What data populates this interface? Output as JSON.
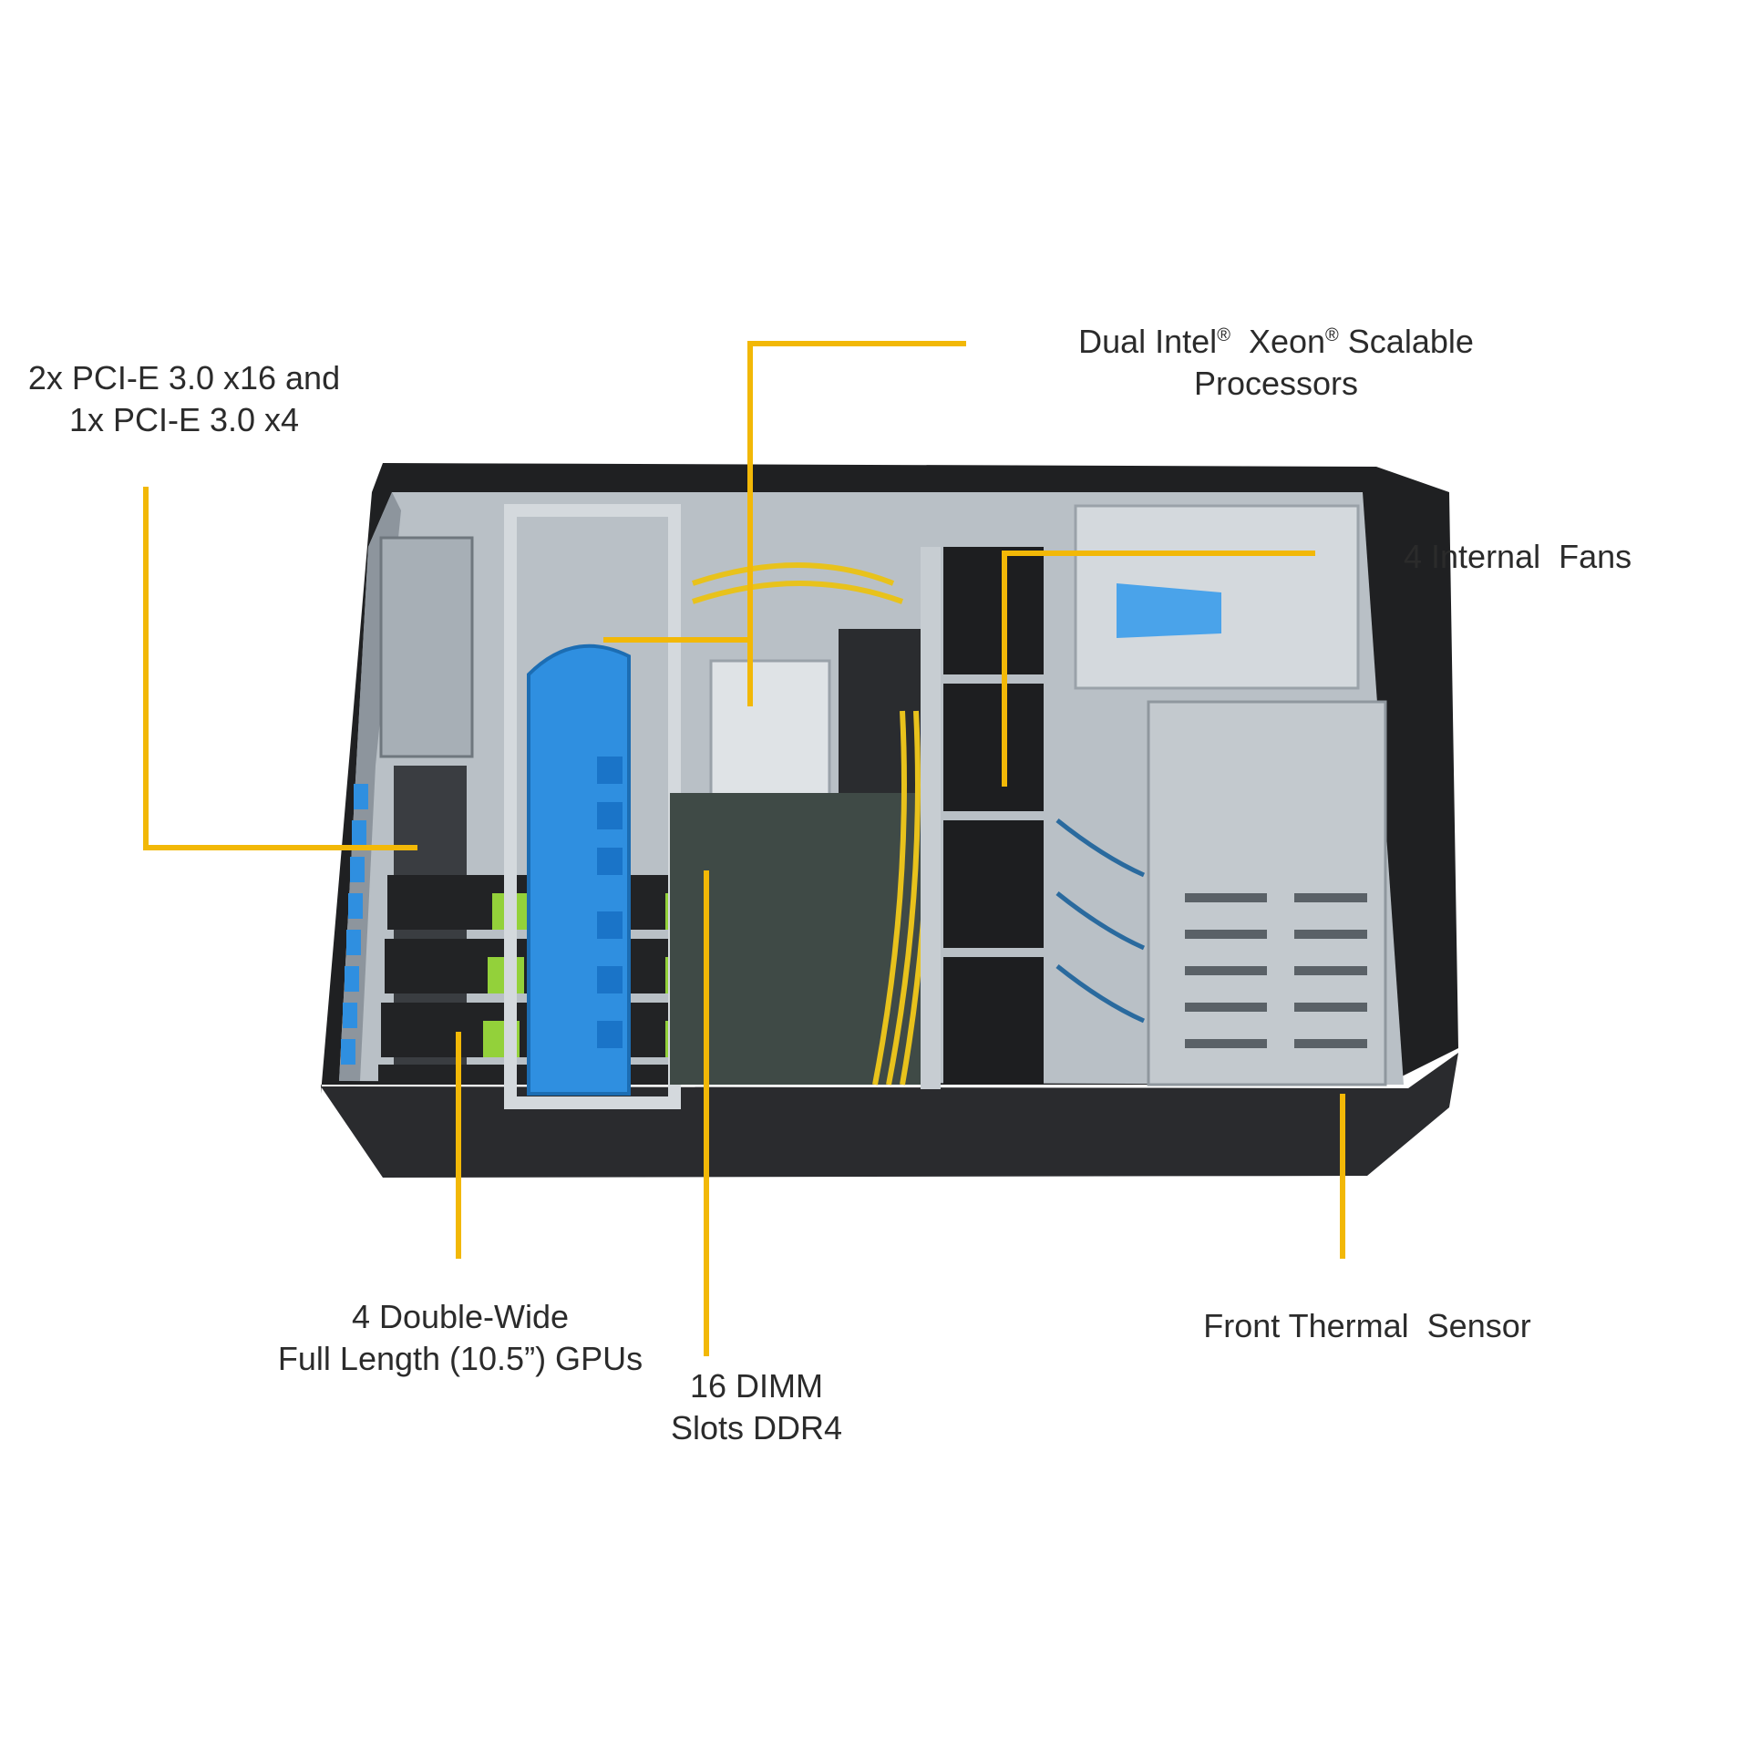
{
  "callouts": {
    "pcie": {
      "line1": "2x PCI-E 3.0 x16 and",
      "line2": "1x PCI-E 3.0 x4"
    },
    "cpu": {
      "line1_a": "Dual Intel",
      "line1_b": "Xeon",
      "line1_c": "Scalable",
      "reg": "®",
      "line2": "Processors"
    },
    "fans": {
      "line1": "4 Internal  Fans"
    },
    "gpu": {
      "line1": "4 Double-Wide",
      "line2": "Full Length (10.5”) GPUs"
    },
    "dimm": {
      "line1": "16 DIMM",
      "line2": "Slots DDR4"
    },
    "sensor": {
      "line1": "Front Thermal  Sensor"
    }
  },
  "colors": {
    "leader_line": "#f2b807",
    "chassis_dark": "#1f2022",
    "chassis_metal": "#b9c0c6",
    "bracket_blue": "#2f8fe0",
    "gpu_accent": "#93d13a",
    "cable_yellow": "#e8c21c"
  }
}
